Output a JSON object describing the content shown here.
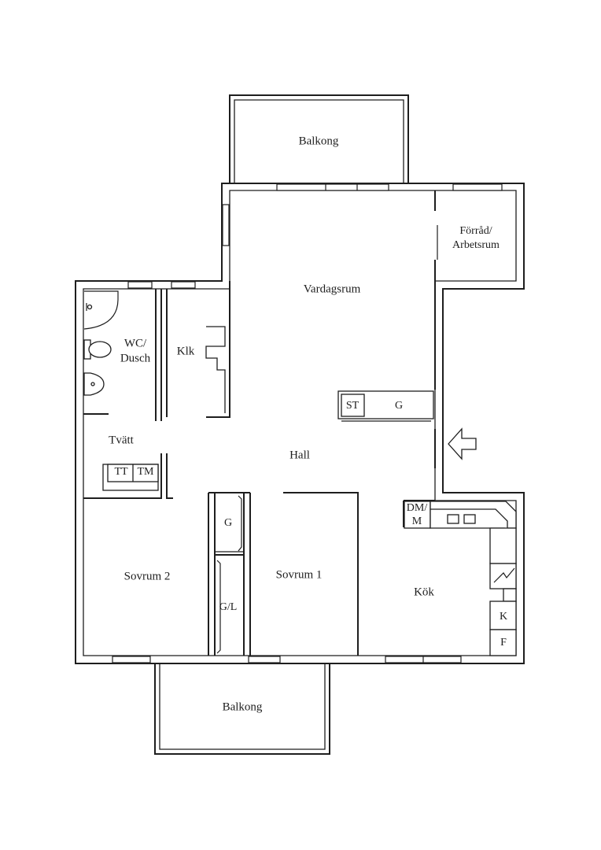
{
  "rooms": {
    "balkong_top": "Balkong",
    "forrad": [
      "Förråd/",
      "Arbetsrum"
    ],
    "vardagsrum": "Vardagsrum",
    "wc": [
      "WC/",
      "Dusch"
    ],
    "klk": "Klk",
    "tvatt": "Tvätt",
    "hall": "Hall",
    "sovrum2": "Sovrum 2",
    "sovrum1": "Sovrum 1",
    "kok": "Kök",
    "balkong_bottom": "Balkong"
  },
  "fixtures": {
    "st": "ST",
    "g_hall": "G",
    "tt": "TT",
    "tm": "TM",
    "g_closet": "G",
    "gl_closet": "G/L",
    "dm": [
      "DM/",
      "M"
    ],
    "k": "K",
    "f": "F"
  },
  "icons": {
    "entrance": "arrow-left-icon"
  }
}
